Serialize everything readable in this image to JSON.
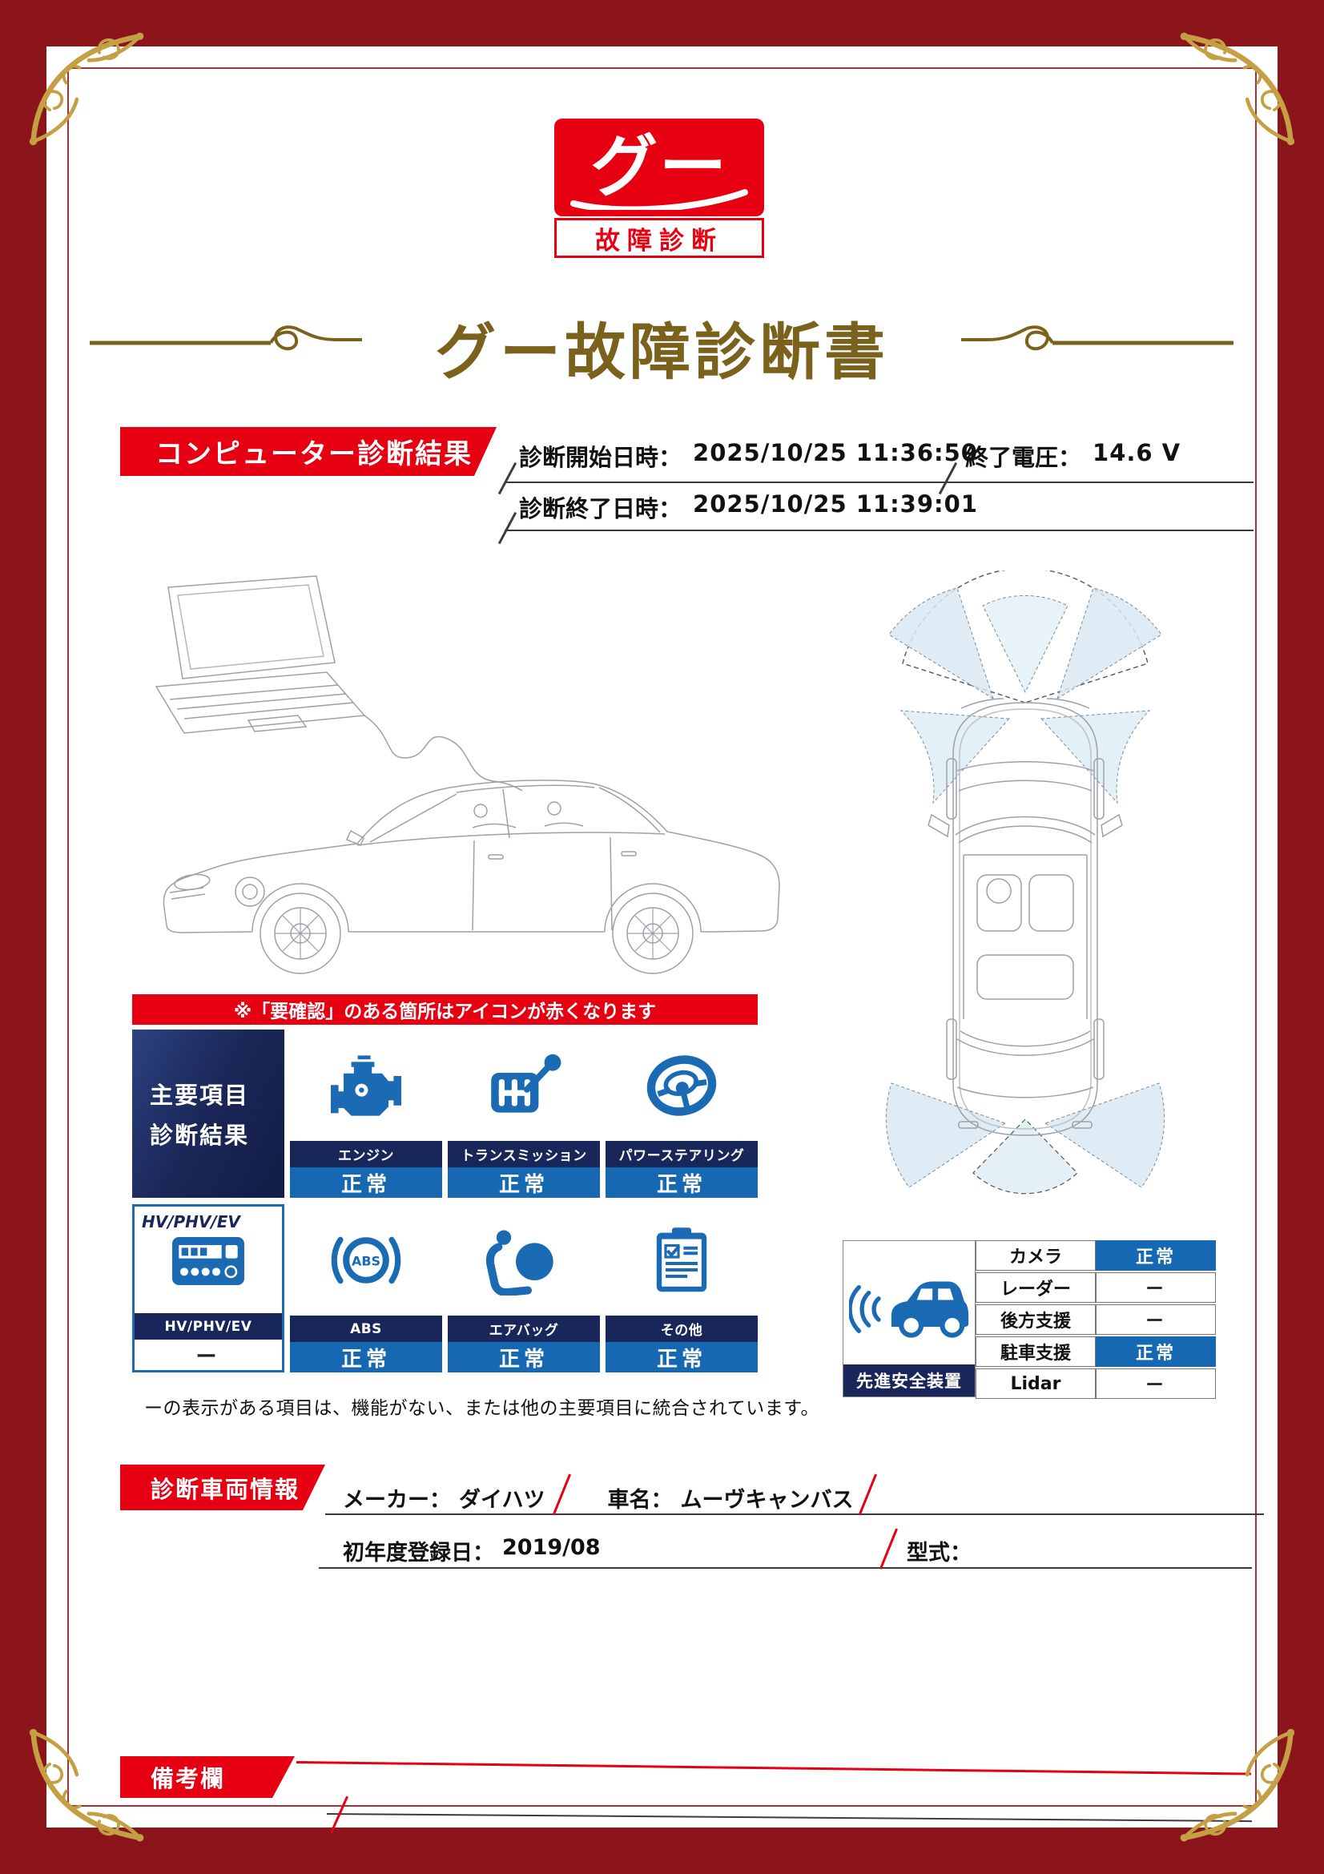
{
  "logo": {
    "main": "グー",
    "sub": "故障診断"
  },
  "title": "グー故障診断書",
  "computer_diagnosis": {
    "banner": "コンピューター診断結果",
    "start_label": "診断開始日時：",
    "start_value": "2025/10/25 11:36:50",
    "voltage_label": "終了電圧：",
    "voltage_value": "14.6 V",
    "end_label": "診断終了日時：",
    "end_value": "2025/10/25 11:39:01"
  },
  "warning_bar": "※「要確認」のある箇所はアイコンが赤くなります",
  "main_grid": {
    "header_line1": "主要項目",
    "header_line2": "診断結果",
    "cells": [
      {
        "label": "エンジン",
        "status": "正常"
      },
      {
        "label": "トランスミッション",
        "status": "正常"
      },
      {
        "label": "パワーステアリング",
        "status": "正常"
      },
      {
        "title": "HV/PHV/EV",
        "label": "HV/PHV/EV",
        "status": "ー"
      },
      {
        "label": "ABS",
        "status": "正常"
      },
      {
        "label": "エアバッグ",
        "status": "正常"
      },
      {
        "label": "その他",
        "status": "正常"
      }
    ],
    "footnote": "ーの表示がある項目は、機能がない、または他の主要項目に統合されています。"
  },
  "safety": {
    "label": "先進安全装置",
    "rows": [
      {
        "name": "カメラ",
        "status": "正常"
      },
      {
        "name": "レーダー",
        "status": "ー"
      },
      {
        "name": "後方支援",
        "status": "ー"
      },
      {
        "name": "駐車支援",
        "status": "正常"
      },
      {
        "name": "Lidar",
        "status": "ー"
      }
    ]
  },
  "vehicle_info": {
    "banner": "診断車両情報",
    "maker_label": "メーカー：",
    "maker_value": "ダイハツ",
    "name_label": "車名：",
    "name_value": "ムーヴキャンバス",
    "registration_label": "初年度登録日：",
    "registration_value": "2019/08",
    "model_label": "型式："
  },
  "remarks": {
    "banner": "備考欄"
  },
  "colors": {
    "brand_red": "#e60012",
    "status_normal_blue": "#1668b2",
    "panel_navy": "#19265a",
    "icon_blue": "#1a6ab4",
    "frame_maroon": "#8c151c",
    "title_gold": "#7a611c"
  }
}
